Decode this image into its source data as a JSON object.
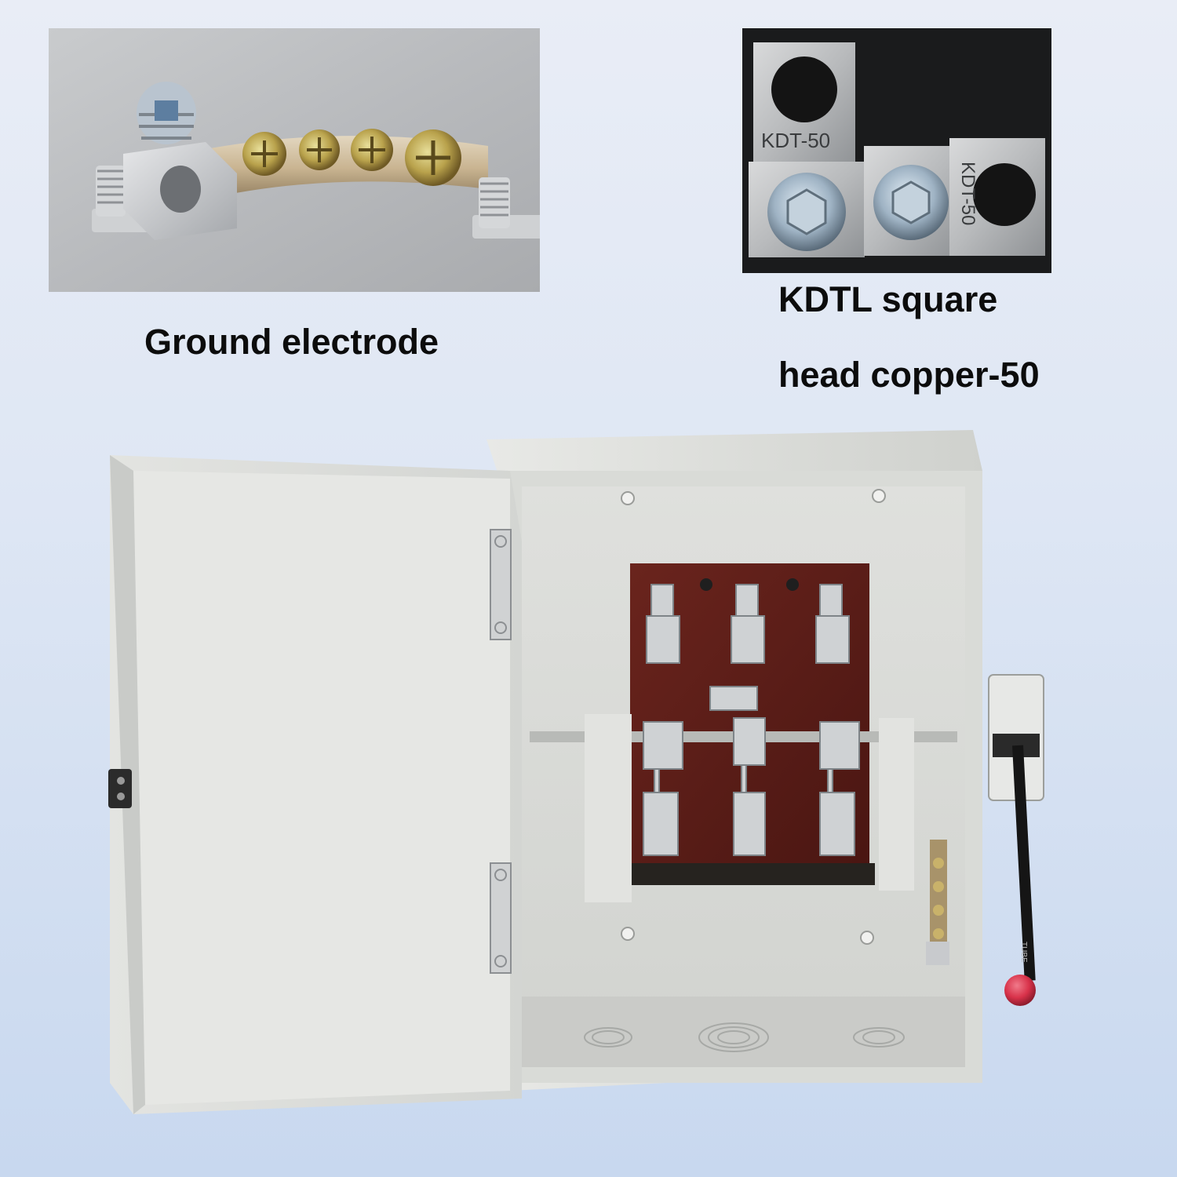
{
  "ground_photo": {
    "caption": "Ground electrode"
  },
  "lug_photo": {
    "caption_line1": "KDTL square",
    "caption_line2": "head copper-50",
    "lug_marking": "KDT-50"
  },
  "enclosure": {
    "handle_marking": "TUBE"
  },
  "colors": {
    "background_top": "#e9edf6",
    "background_bottom": "#c8d8ef",
    "enclosure_grey": "#dcdfdc",
    "insulator_board": "#5a1d18",
    "handle_knob": "#d8324a"
  }
}
